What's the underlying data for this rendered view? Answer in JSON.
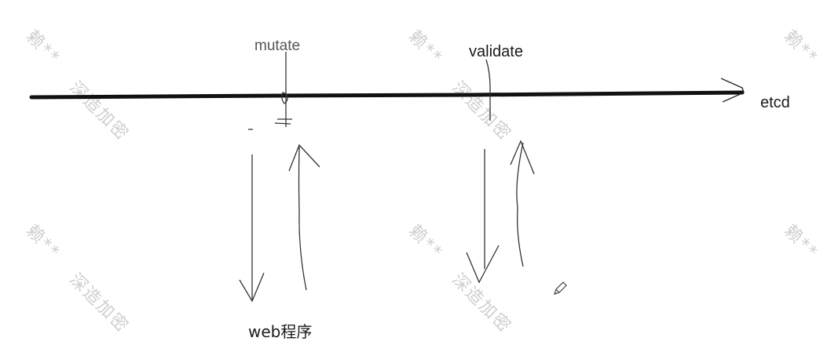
{
  "labels": {
    "mutate": "mutate",
    "validate": "validate",
    "etcd": "etcd",
    "web_program": "web程序"
  },
  "watermark": {
    "text_a": "赖**",
    "text_b": "深造加密"
  },
  "icons": {
    "pencil": "pencil-icon"
  },
  "colors": {
    "ink": "#1a1a1a",
    "watermark": "#cfcfcf"
  }
}
